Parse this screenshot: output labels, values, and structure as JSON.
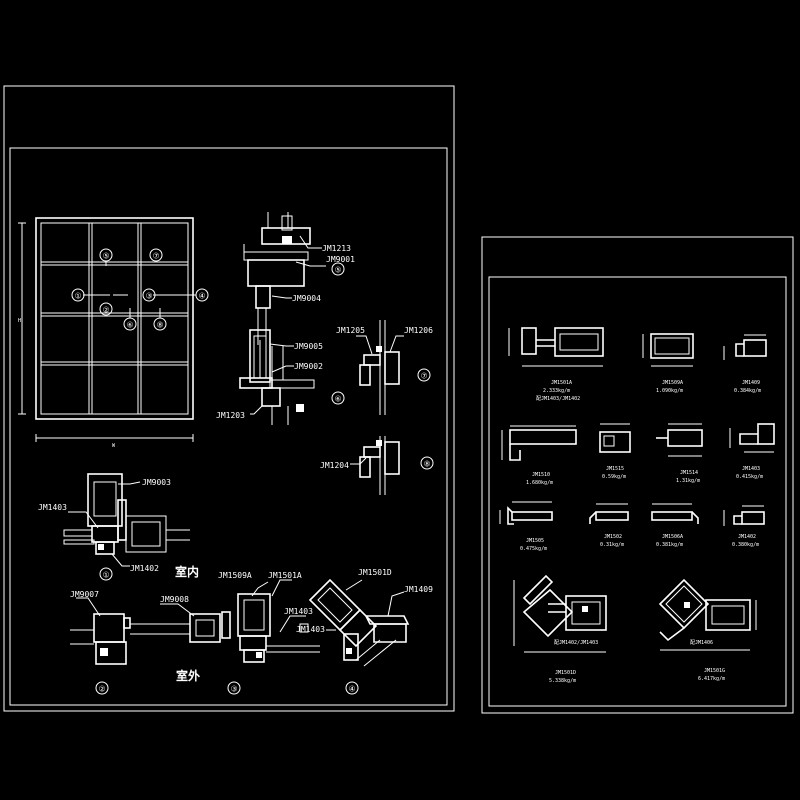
{
  "colors": {
    "background": "#000000",
    "line": "#ffffff"
  },
  "elevation": {
    "bubbles": [
      "①",
      "②",
      "③",
      "④",
      "⑤",
      "⑥",
      "⑦",
      "⑧"
    ],
    "dim_w": "W",
    "dim_h": "H"
  },
  "vertical_section": {
    "labels": [
      "JM1213",
      "JM9001",
      "JM9004",
      "JM9005",
      "JM9002",
      "JM1203"
    ],
    "bubbles": [
      "⑤",
      "⑥"
    ]
  },
  "mullion_section": {
    "labels": [
      "JM1205",
      "JM1206",
      "JM1204"
    ],
    "bubbles": [
      "⑦",
      "⑧"
    ]
  },
  "section1": {
    "labels": [
      "JM9003",
      "JM1403",
      "JM1402"
    ],
    "bubble": "①",
    "room_label": "室内"
  },
  "section2": {
    "labels": [
      "JM9007",
      "JM9008"
    ],
    "bubble": "②"
  },
  "section3": {
    "labels": [
      "JM1509A",
      "JM1501A",
      "JM1403"
    ],
    "bubble": "③",
    "outside_label": "室外"
  },
  "section4": {
    "labels": [
      "JM1501D",
      "JM1409",
      "JM1403"
    ],
    "bubble": "④"
  },
  "profiles": [
    {
      "code": "JM1501A",
      "weight": "2.333kg/m",
      "note": "配JM1403/JM1402"
    },
    {
      "code": "JM1509A",
      "weight": "1.090kg/m"
    },
    {
      "code": "JM1409",
      "weight": "0.384kg/m"
    },
    {
      "code": "JM1510",
      "weight": "1.680kg/m"
    },
    {
      "code": "JM1515",
      "weight": "0.59kg/m"
    },
    {
      "code": "JM1514",
      "weight": "1.31kg/m"
    },
    {
      "code": "JM1403",
      "weight": "0.415kg/m"
    },
    {
      "code": "JM1505",
      "weight": "0.475kg/m"
    },
    {
      "code": "JM1502",
      "weight": "0.31kg/m"
    },
    {
      "code": "JM1506A",
      "weight": "0.381kg/m"
    },
    {
      "code": "JM1402",
      "weight": "0.380kg/m"
    },
    {
      "code": "JM1501D",
      "weight": "5.338kg/m",
      "note": "配JM1402/JM1403"
    },
    {
      "code": "JM1501G",
      "weight": "6.417kg/m",
      "note": "配JM1406"
    }
  ]
}
